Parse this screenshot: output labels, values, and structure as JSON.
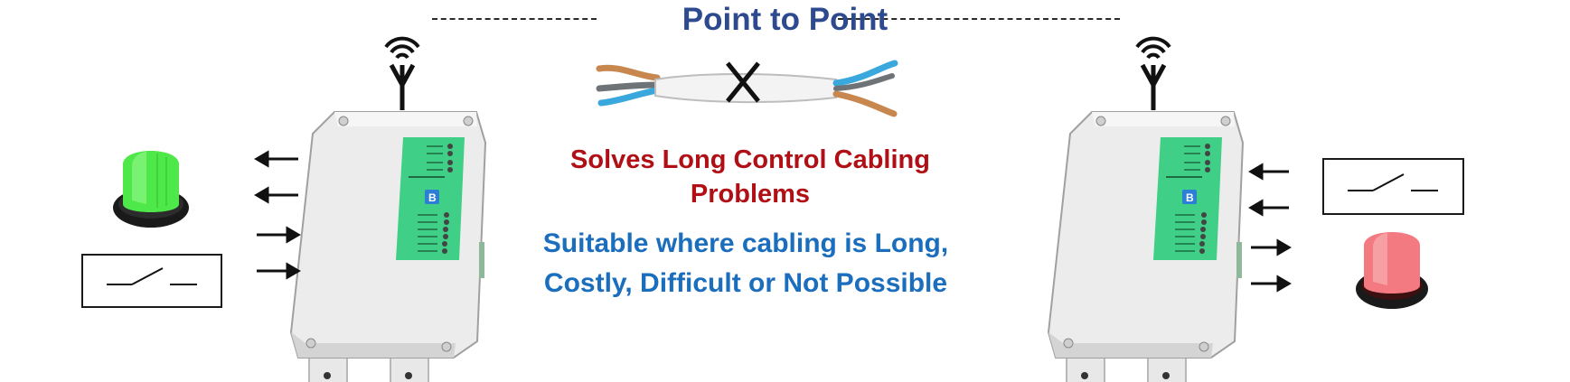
{
  "diagram": {
    "title": "Point to Point",
    "headline_line1": "Solves Long Control Cabling",
    "headline_line2": "Problems",
    "sub_line1": "Suitable where cabling is Long,",
    "sub_line2": "Costly, Difficult or Not Possible"
  },
  "colors": {
    "title": "#2e4a8f",
    "headline": "#b01015",
    "sub": "#1a6ebd",
    "device_body": "#e6e6e6",
    "label_panel": "#3fcf86",
    "beacon_green": "#4ee84a",
    "beacon_red": "#f27a80"
  },
  "icons": {
    "antenna": "antenna-wifi-icon",
    "beacon_left": "green-beacon-icon",
    "beacon_right": "red-beacon-icon",
    "switch": "switch-icon",
    "arrow": "arrow-icon",
    "cable": "cable-cut-icon"
  }
}
